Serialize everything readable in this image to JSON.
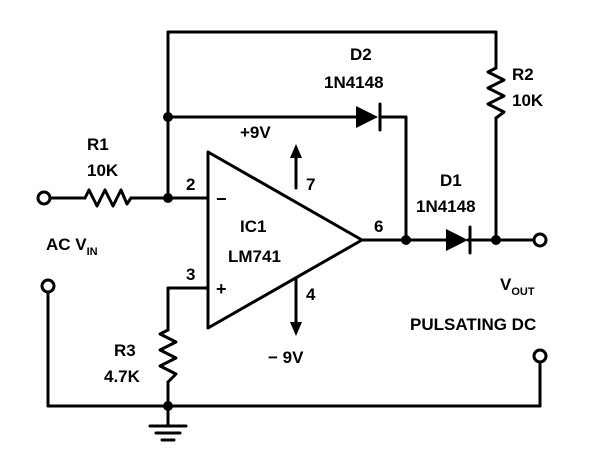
{
  "components": {
    "R1": {
      "ref": "R1",
      "value": "10K"
    },
    "R2": {
      "ref": "R2",
      "value": "10K"
    },
    "R3": {
      "ref": "R3",
      "value": "4.7K"
    },
    "D1": {
      "ref": "D1",
      "part": "1N4148"
    },
    "D2": {
      "ref": "D2",
      "part": "1N4148"
    },
    "IC1": {
      "ref": "IC1",
      "part": "LM741"
    }
  },
  "pins": {
    "inv": "2",
    "noninv": "3",
    "vplus": "7",
    "vminus": "4",
    "out": "6"
  },
  "opamp_signs": {
    "inv": "−",
    "noninv": "+"
  },
  "supplies": {
    "positive": "+9V",
    "negative": "− 9V"
  },
  "labels": {
    "ac_in_main": "AC V",
    "ac_in_sub": "IN",
    "vout_main": "V",
    "vout_sub": "OUT",
    "output_desc": "PULSATING DC"
  }
}
